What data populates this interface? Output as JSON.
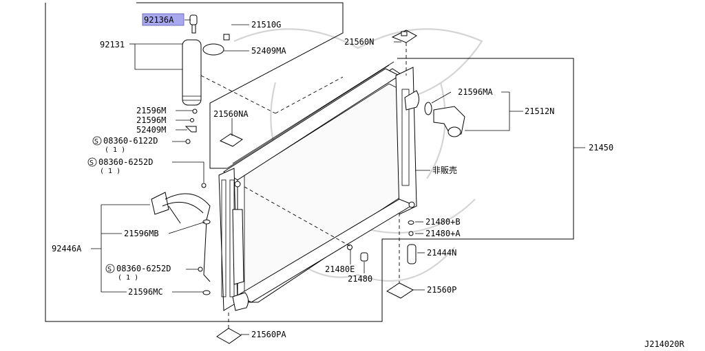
{
  "labels": {
    "p92136A": "92136A",
    "p92131": "92131",
    "p21510G": "21510G",
    "p52409MA": "52409MA",
    "p21560N": "21560N",
    "p21596M_1": "21596M",
    "p21596M_2": "21596M",
    "p52409M": "52409M",
    "p21560NA": "21560NA",
    "p21596MA": "21596MA",
    "p21512N": "21512N",
    "p21450": "21450",
    "p_notforsale": "非販売",
    "p21480_B": "21480+B",
    "p21480_A": "21480+A",
    "p21444N": "21444N",
    "p21480E": "21480E",
    "p21480": "21480",
    "p21560P": "21560P",
    "p21560PA": "21560PA",
    "p21596MB": "21596MB",
    "p92446A": "92446A",
    "p21596MC": "21596MC"
  },
  "bolts": {
    "b1_code": "08360-6122D",
    "b1_qty": "( 1 )",
    "b2_code": "08360-6252D",
    "b2_qty": "( 1 )",
    "b3_code": "08360-6252D",
    "b3_qty": "( 1 )",
    "s_symbol": "S"
  },
  "diagram_code": "J214020R",
  "highlighted_part": "92136A",
  "colors": {
    "highlight_fill": "#a8a8ee",
    "line": "#000000",
    "watermark": "#d4d4d4"
  }
}
